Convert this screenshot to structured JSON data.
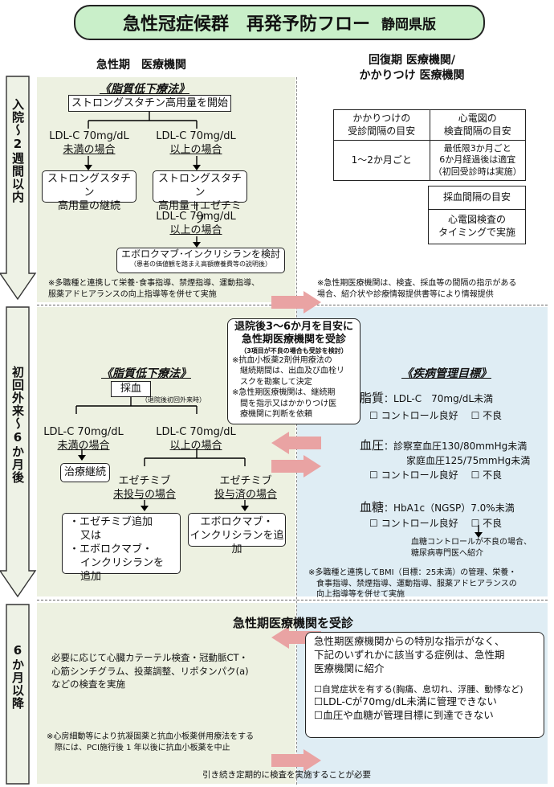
{
  "title": {
    "main": "急性冠症候群　再発予防フロー",
    "sub": "静岡県版"
  },
  "columns": {
    "acute": "急性期　医療機関",
    "recovery_line1": "回復期 医療機関/",
    "recovery_line2": "かかりつけ 医療機関"
  },
  "phases": {
    "p1": "入院〜2週間以内",
    "p2": "初回外来〜6か月後",
    "p3": "6か月以降"
  },
  "section1": {
    "heading": "《脂質低下療法》",
    "start": "ストロングスタチン高用量を開始",
    "below_line1": "LDL-C 70mg/dL",
    "below_line2": "未満の場合",
    "above_line1": "LDL-C 70mg/dL",
    "above_line2": "以上の場合",
    "continue_line1": "ストロングスタチン",
    "continue_line2": "高用量の継続",
    "add_line1": "ストロングスタチン",
    "add_line2": "高用量＋エゼチミブ",
    "above2_line1": "LDL-C 70mg/dL",
    "above2_line2": "以上の場合",
    "consider_main": "エボロクマブ･インクリシランを検討",
    "consider_sub": "（患者の価値観を踏まえ高額療養費等の説明後）",
    "note_line1": "※多職種と連携して栄養･食事指導、禁煙指導、運動指導、",
    "note_line2": "服薬アドヒアランスの向上指導等を併せて実施",
    "right_note_line1": "※急性期医療機関は、検査、採血等の間隔の指示がある",
    "right_note_line2": "場合、紹介状や診療情報提供書等により情報提供"
  },
  "interval_table": {
    "h1_line1": "かかりつけの",
    "h1_line2": "受診間隔の目安",
    "h2_line1": "心電図の",
    "h2_line2": "検査間隔の目安",
    "c1": "1〜2か月ごと",
    "c2_line1": "最低限3か月ごと",
    "c2_line2": "6か月経過後は適宜",
    "c2_line3": "（初回受診時は実施）",
    "h3": "採血間隔の目安",
    "c3_line1": "心電図検査の",
    "c3_line2": "タイミングで実施"
  },
  "section2": {
    "callout_line1": "退院後3〜6か月を目安に",
    "callout_line2": "急性期医療機関を受診",
    "callout_note": "（3項目が不良の場合も受診を検討）",
    "callout_b1_line1": "※抗血小板薬2剤併用療法の",
    "callout_b1_line2": "継続期間は、出血及び血栓リ",
    "callout_b1_line3": "スクを勘案して決定",
    "callout_b2_line1": "※急性期医療機関は、継続期",
    "callout_b2_line2": "間を指示又はかかりつけ医",
    "callout_b2_line3": "療機関に判断を依頼",
    "heading": "《脂質低下療法》",
    "blood": "採血",
    "blood_note": "（退院後初回外来時）",
    "below_line1": "LDL-C 70mg/dL",
    "below_line2": "未満の場合",
    "above_line1": "LDL-C 70mg/dL",
    "above_line2": "以上の場合",
    "treat_continue": "治療継続",
    "not_given_line1": "エゼチミブ",
    "not_given_line2": "未投与の場合",
    "given_line1": "エゼチミブ",
    "given_line2": "投与済の場合",
    "opt_line1": "・エゼチミブ追加",
    "opt_line2": "又は",
    "opt_line3": "・エボロクマブ・",
    "opt_line4": "インクリシランを追加",
    "evo_line1": "エボロクマブ・",
    "evo_line2": "インクリシランを追加"
  },
  "management": {
    "heading": "《疾病管理目標》",
    "lipid_label": "脂質",
    "lipid_target": "：LDL-C　70mg/dL未満",
    "good": "☐ コントロール良好",
    "bad": "☐ 不良",
    "bp_label": "血圧",
    "bp_line1": "：診察室血圧130/80mmHg未満",
    "bp_line2": "家庭血圧125/75mmHg未満",
    "sugar_label": "血糖",
    "sugar_target": "：HbA1c（NGSP）7.0%未満",
    "sugar_note_line1": "血糖コントロールが不良の場合、",
    "sugar_note_line2": "糖尿病専門医へ紹介",
    "note_line1": "※多職種と連携してBMI（目標：25未満）の管理、栄養・",
    "note_line2": "食事指導、禁煙指導、運動指導、服薬アドヒアランスの",
    "note_line3": "向上指導等を併せて実施"
  },
  "section3": {
    "heading": "急性期医療機関を受診",
    "left_line1": "必要に応じて心臓カテーテル検査・冠動脈CT・",
    "left_line2": "心筋シンチグラム、投薬調整、リポタンパク(a)",
    "left_line3": "などの検査を実施",
    "left_note_line1": "※心房細動等により抗凝固薬と抗血小板薬併用療法をする",
    "left_note_line2": "際には、PCI施行後 1 年以後に抗血小板薬を中止",
    "referral_line1": "急性期医療機関からの特別な指示がなく、",
    "referral_line2": "下記のいずれかに該当する症例は、急性期",
    "referral_line3": "医療機関に紹介",
    "crit1": "☐自覚症状を有する(胸痛、息切れ、浮腫、動悸など)",
    "crit2": "☐LDL-Cが70mg/dL未満に管理できない",
    "crit3": "☐血圧や血糖が管理目標に到達できない",
    "bottom": "引き続き定期的に検査を実施することが必要"
  },
  "colors": {
    "title_bg": "#c9efc9",
    "acute_bg": "#edf1e1",
    "recovery_bg": "#dfedf4",
    "arrow_pink": "#e9a3a3",
    "phase_arrow": "#eef2e6"
  }
}
